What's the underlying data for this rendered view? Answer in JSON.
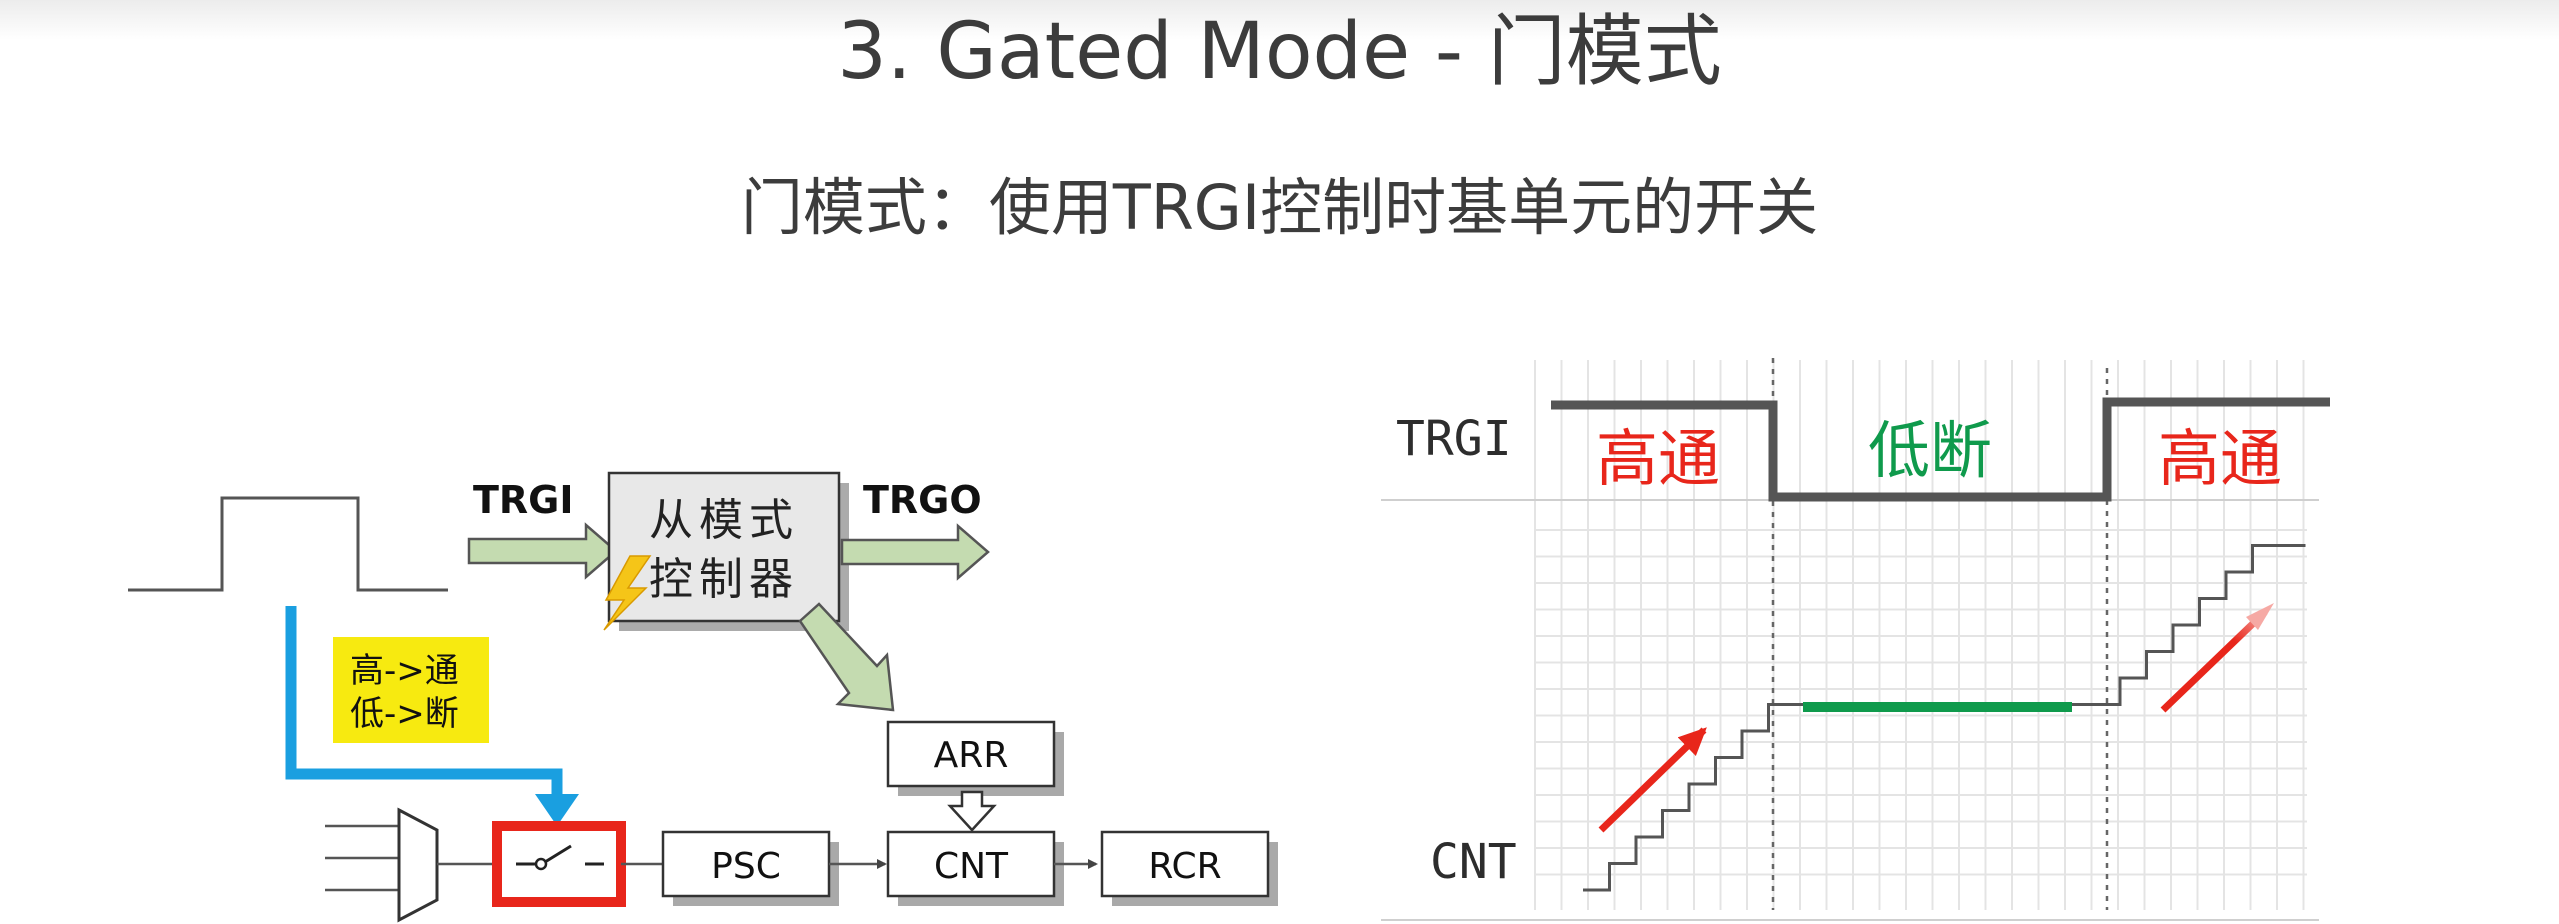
{
  "header": {
    "title": "3. Gated Mode - 门模式",
    "subtitle": "门模式：使用TRGI控制时基单元的开关"
  },
  "block_diagram": {
    "trgi_label": "TRGI",
    "trgo_label": "TRGO",
    "slave_controller_line1": "从模式",
    "slave_controller_line2": "控制器",
    "note_line1": "高->通",
    "note_line2": "低->断",
    "arr_label": "ARR",
    "psc_label": "PSC",
    "cnt_label": "CNT",
    "rcr_label": "RCR"
  },
  "timing": {
    "trgi_label": "TRGI",
    "cnt_label": "CNT",
    "phase1": "高通",
    "phase2": "低断",
    "phase3": "高通"
  },
  "colors": {
    "on": "#e8261b",
    "off": "#0f9a4c",
    "signal_blue": "#1a9fe0",
    "switch_red": "#e8261b",
    "note_bg": "#f7ea10",
    "arrow_green": "#c4dbb0",
    "waveform": "#555555"
  },
  "icons": [
    "lightning-icon",
    "switch-icon",
    "mux-icon"
  ]
}
